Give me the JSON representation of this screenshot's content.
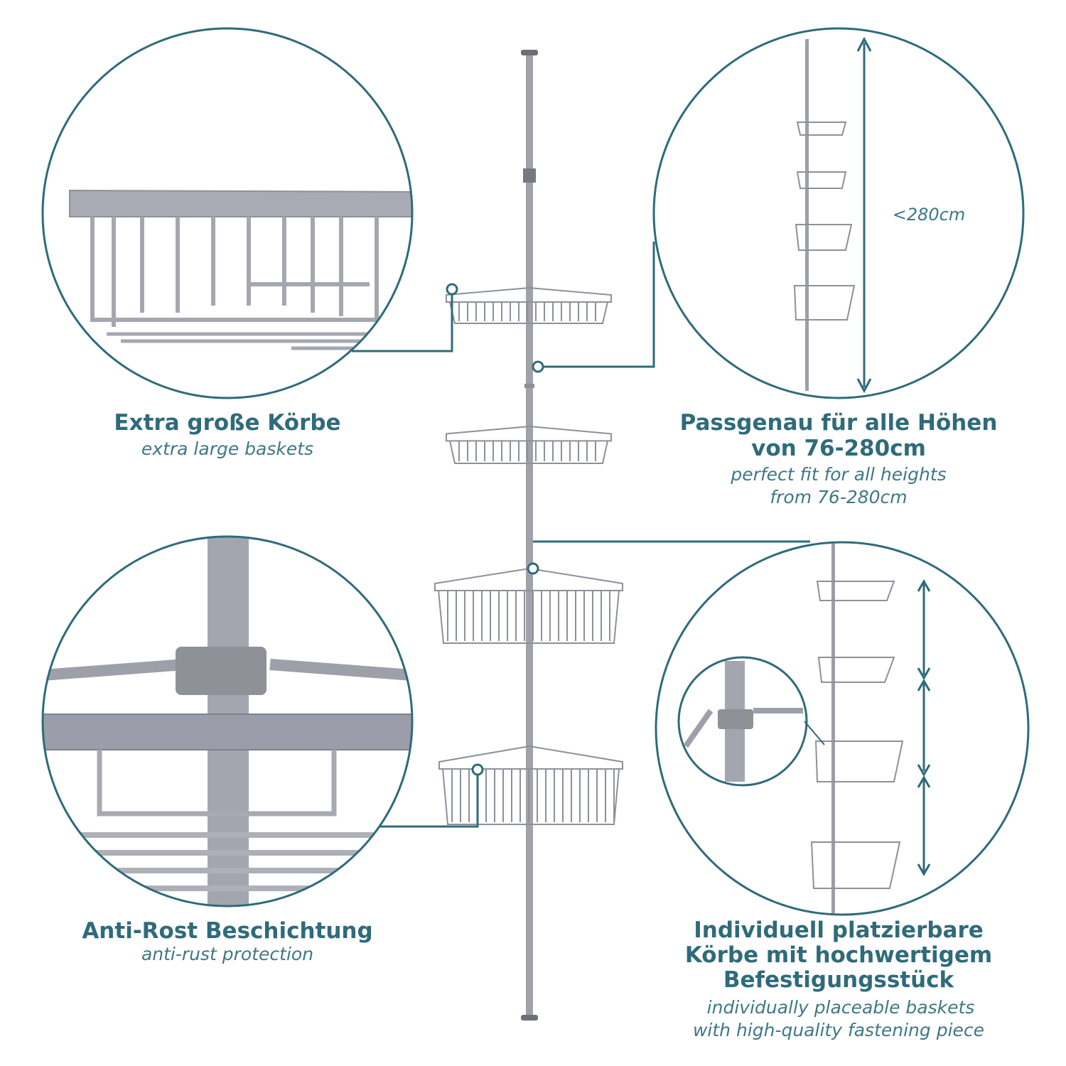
{
  "colors": {
    "accent": "#2f6b7a",
    "metal": "#a7a9b3",
    "pole": "#9d9fa8"
  },
  "features": [
    {
      "title_lines": [
        "Extra große Körbe"
      ],
      "subtitle_lines": [
        "extra large baskets"
      ]
    },
    {
      "title_lines": [
        "Passgenau für alle Höhen",
        "von 76-280cm"
      ],
      "subtitle_lines": [
        "perfect fit for all heights",
        "from 76-280cm"
      ],
      "dimension_label": "<280cm"
    },
    {
      "title_lines": [
        "Anti-Rost Beschichtung"
      ],
      "subtitle_lines": [
        "anti-rust protection"
      ]
    },
    {
      "title_lines": [
        "Individuell platzierbare",
        "Körbe mit hochwertigem",
        "Befestigungsstück"
      ],
      "subtitle_lines": [
        "individually placeable baskets",
        "with high-quality fastening piece"
      ]
    }
  ]
}
